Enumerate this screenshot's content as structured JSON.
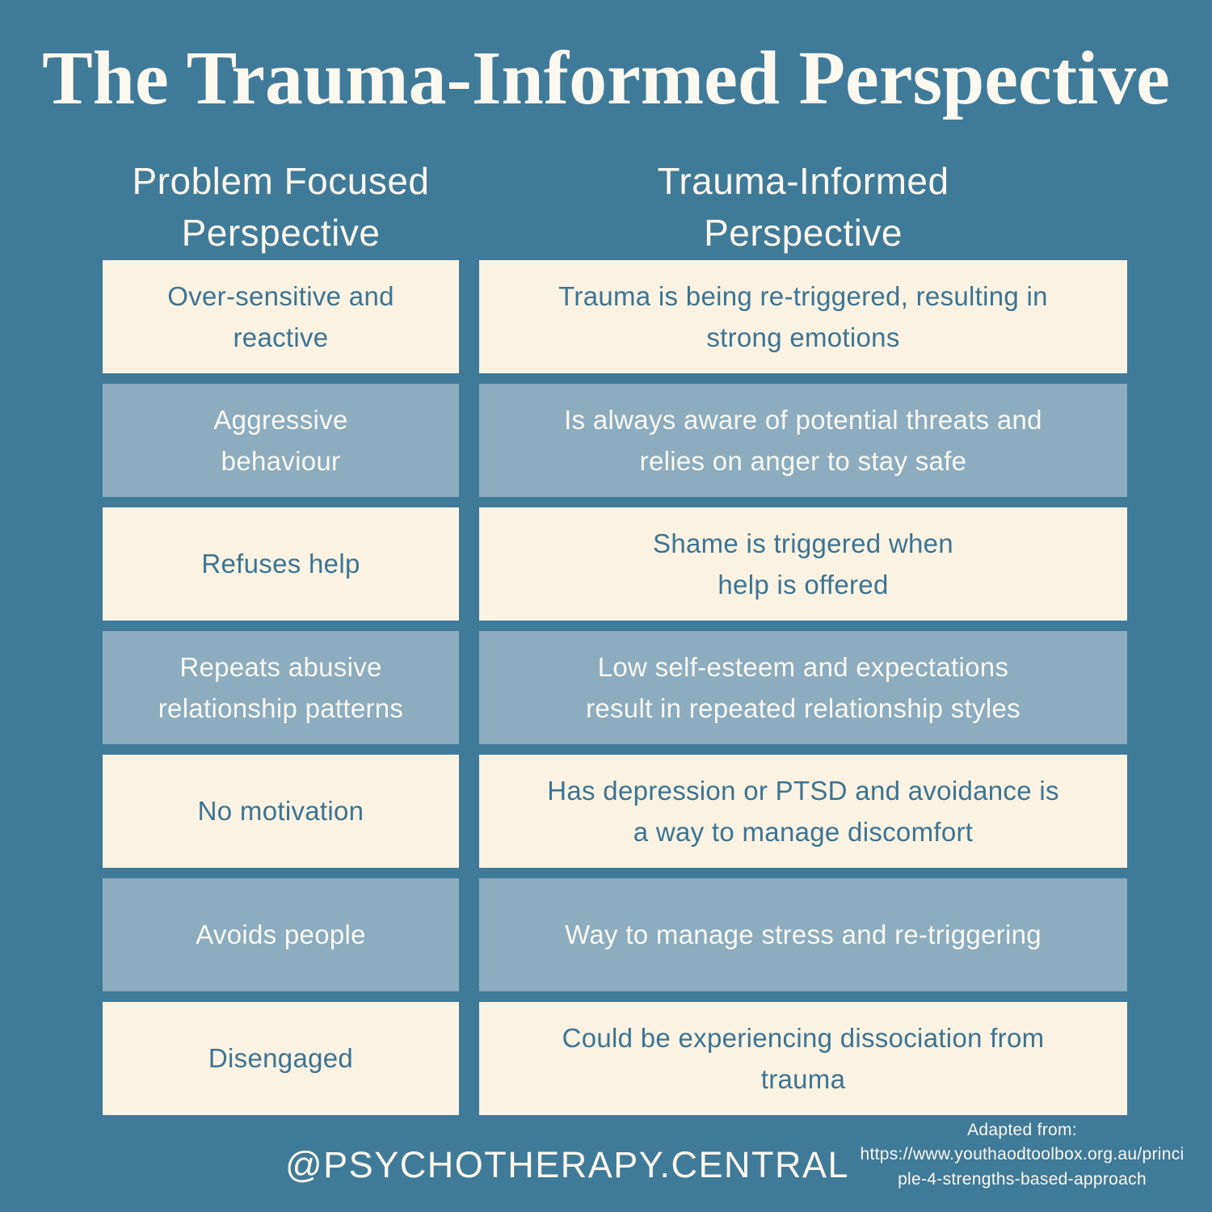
{
  "title": "The Trauma-Informed Perspective",
  "columns": {
    "problem": {
      "line1": "Problem Focused",
      "line2": "Perspective"
    },
    "trauma": {
      "line1": "Trauma-Informed",
      "line2": "Perspective"
    }
  },
  "rows": [
    {
      "problem": "Over-sensitive and\nreactive",
      "trauma": "Trauma is being re-triggered, resulting in\nstrong emotions"
    },
    {
      "problem": "Aggressive\nbehaviour",
      "trauma": "Is always aware of potential threats and\nrelies on anger to stay safe"
    },
    {
      "problem": "Refuses help",
      "trauma": "Shame is triggered when\nhelp is offered"
    },
    {
      "problem": "Repeats abusive\nrelationship patterns",
      "trauma": "Low self-esteem and expectations\nresult in repeated relationship styles"
    },
    {
      "problem": "No motivation",
      "trauma": "Has depression or PTSD and avoidance is\na way to manage discomfort"
    },
    {
      "problem": "Avoids people",
      "trauma": "Way to manage stress and re-triggering"
    },
    {
      "problem": "Disengaged",
      "trauma": "Could be experiencing dissociation from\ntrauma"
    }
  ],
  "footer": {
    "handle": "@PSYCHOTHERAPY.CENTRAL",
    "attribution": "Adapted from:\nhttps://www.youthaodtoolbox.org.au/princi\nple-4-strengths-based-approach"
  },
  "colors": {
    "background": "#3F7A99",
    "cream-box": "#FAF3E3",
    "blue-box": "#8CACBF",
    "teal-text": "#3E7391",
    "light-text": "#FBF8EF"
  }
}
